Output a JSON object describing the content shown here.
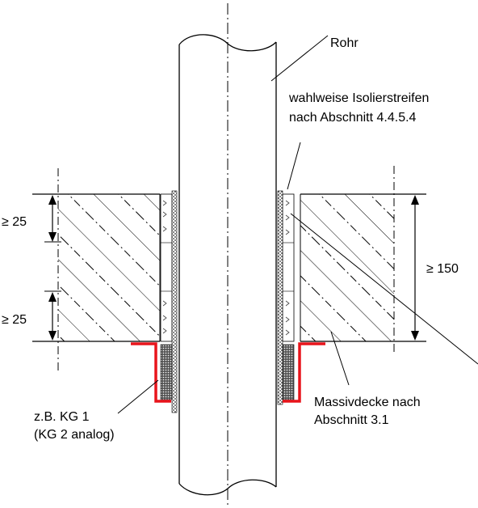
{
  "labels": {
    "rohr": "Rohr",
    "isolier_1": "wahlweise Isolierstreifen",
    "isolier_2": "nach Abschnitt 4.4.5.4",
    "dim_left_top": "≥ 25",
    "dim_left_bottom": "≥ 25",
    "dim_right": "≥ 150",
    "kg_1": "z.B. KG 1",
    "kg_2": "(KG 2 analog)",
    "massiv_1": "Massivdecke nach",
    "massiv_2": "Abschnitt 3.1"
  },
  "colors": {
    "line": "#000000",
    "collar": "#e8141b",
    "strip": "#cfcfcf"
  }
}
